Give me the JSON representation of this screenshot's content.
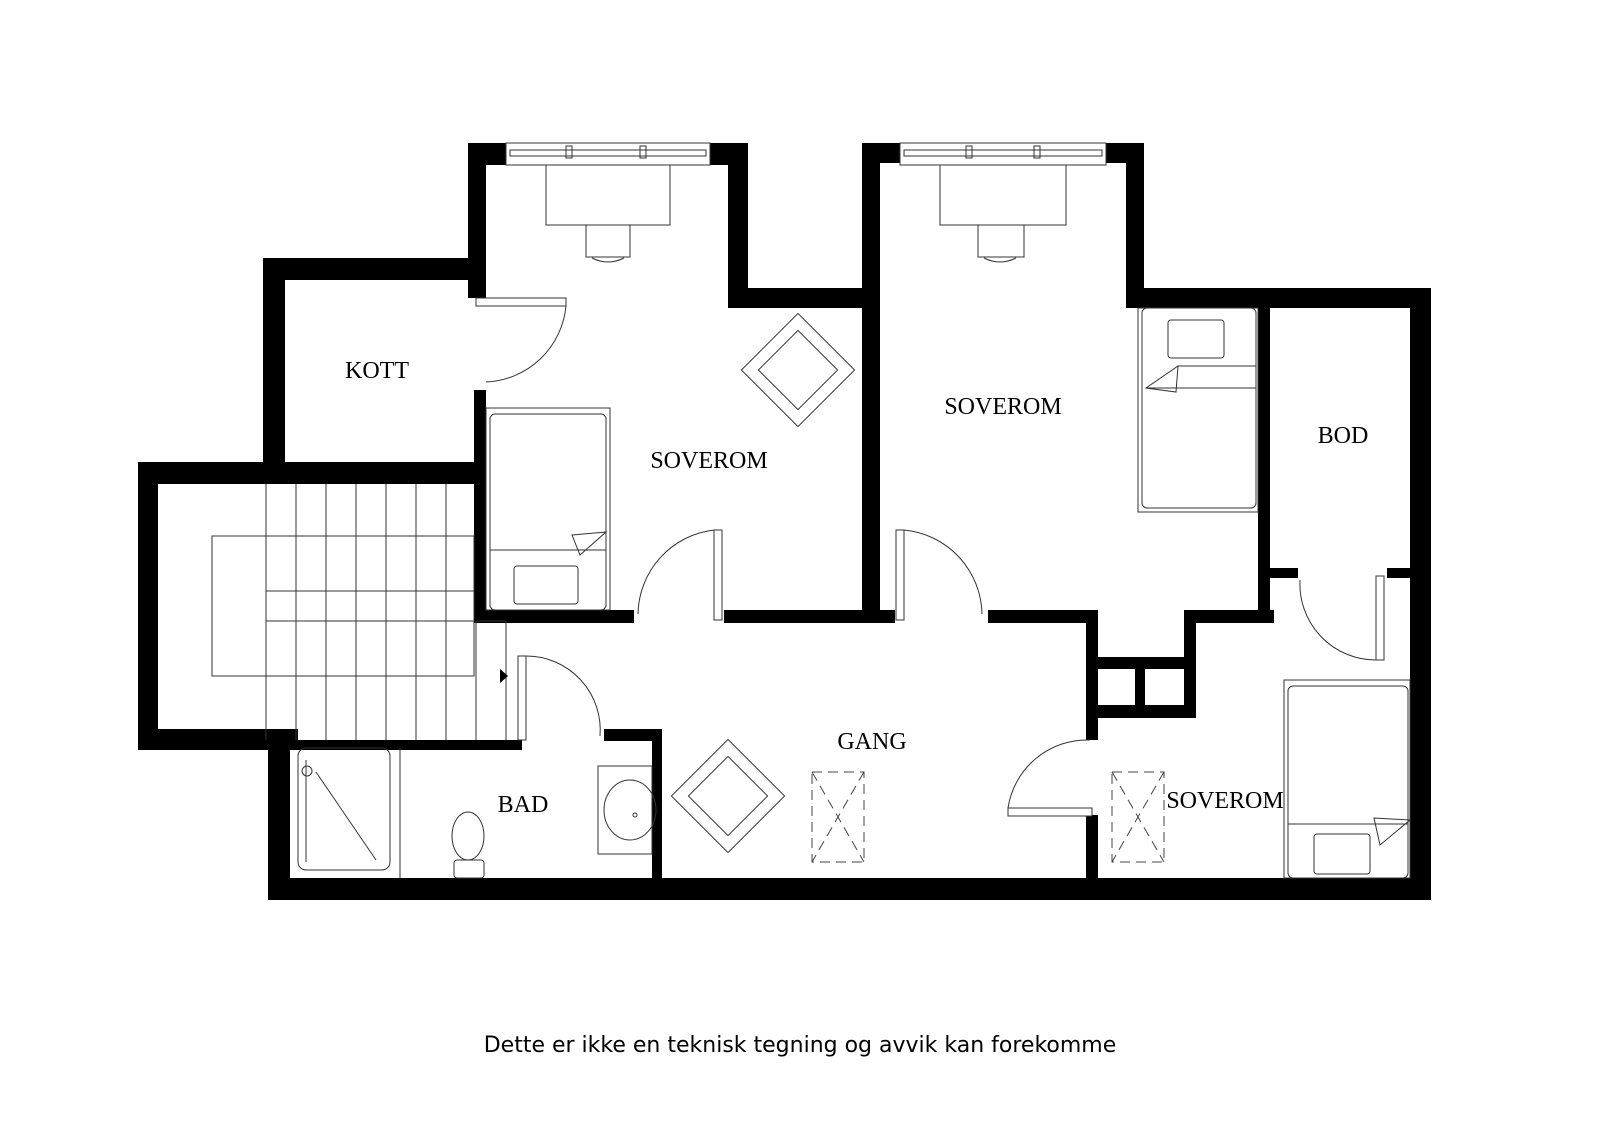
{
  "plan": {
    "type": "floor-plan",
    "wall_color": "#000000",
    "line_color": "#333333",
    "background": "#ffffff",
    "rooms": [
      {
        "id": "kott",
        "label": "KOTT"
      },
      {
        "id": "soverom_1",
        "label": "SOVEROM"
      },
      {
        "id": "soverom_2",
        "label": "SOVEROM"
      },
      {
        "id": "bod",
        "label": "BOD"
      },
      {
        "id": "gang",
        "label": "GANG"
      },
      {
        "id": "bad",
        "label": "BAD"
      },
      {
        "id": "soverom_3",
        "label": "SOVEROM"
      }
    ]
  },
  "footer": {
    "disclaimer": "Dette er ikke en teknisk tegning og avvik kan forekomme"
  }
}
